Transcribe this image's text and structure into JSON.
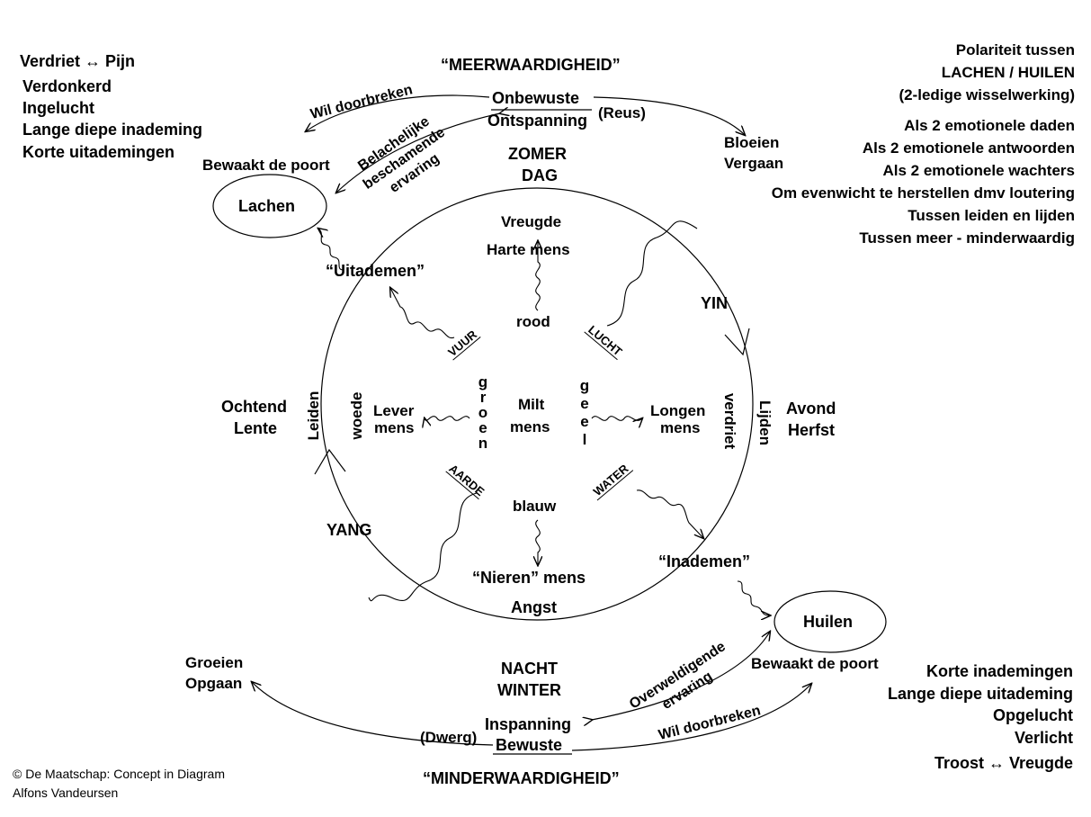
{
  "top": {
    "title": "“MEERWAARDIGHEID”",
    "onbewuste": "Onbewuste",
    "ontspanning": "Ontspanning",
    "reus": "(Reus)",
    "wil_doorbreken": "Wil doorbreken",
    "ervaring_lines": [
      "Belachelijke",
      "beschamende",
      "ervaring"
    ],
    "season": [
      "ZOMER",
      "DAG"
    ],
    "bloeien": [
      "Bloeien",
      "Vergaan"
    ]
  },
  "left_list": [
    "Verdriet ↔ Pijn",
    "Verdonkerd",
    "Ingelucht",
    "Lange diepe inademing",
    "Korte uitademingen"
  ],
  "right_list": {
    "header": [
      "Polariteit tussen",
      "LACHEN / HUILEN",
      "(2-ledige wisselwerking)"
    ],
    "items": [
      "Als 2 emotionele daden",
      "Als 2 emotionele antwoorden",
      "Als 2 emotionele wachters",
      "Om evenwicht te herstellen dmv loutering",
      "Tussen leiden en lijden",
      "Tussen meer - minderwaardig"
    ]
  },
  "lachen": {
    "guard": "Bewaakt de poort",
    "label": "Lachen"
  },
  "huilen": {
    "guard": "Bewaakt de poort",
    "label": "Huilen"
  },
  "circle": {
    "vreugde": "Vreugde",
    "harte": "Harte mens",
    "rood": "rood",
    "uitademen": "“Uitademen”",
    "yin": "YIN",
    "vuur": "VUUR",
    "lucht": "LUCHT",
    "aarde": "AARDE",
    "water": "WATER",
    "ochtend": [
      "Ochtend",
      "Lente"
    ],
    "avond": [
      "Avond",
      "Herfst"
    ],
    "leiden": "Leiden",
    "lijden": "Lijden",
    "woede": "woede",
    "verdriet": "verdriet",
    "lever": [
      "Lever",
      "mens"
    ],
    "longen": [
      "Longen",
      "mens"
    ],
    "milt": [
      "Milt",
      "mens"
    ],
    "groen": [
      "g",
      "r",
      "o",
      "e",
      "n"
    ],
    "geel": [
      "g",
      "e",
      "e",
      "l"
    ],
    "blauw": "blauw",
    "nieren": "“Nieren” mens",
    "angst": "Angst",
    "inademen": "“Inademen”",
    "yang": "YANG"
  },
  "bottom": {
    "season": [
      "NACHT",
      "WINTER"
    ],
    "groeien": [
      "Groeien",
      "Opgaan"
    ],
    "inspanning": "Inspanning",
    "bewuste": "Bewuste",
    "dwerg": "(Dwerg)",
    "ervaring_lines": [
      "Overweldigende",
      "ervaring"
    ],
    "wil_doorbreken": "Wil doorbreken",
    "title": "“MINDERWAARDIGHEID”"
  },
  "bottom_right_list": [
    "Korte inademingen",
    "Lange diepe uitademing",
    "Opgelucht",
    "Verlicht",
    "Troost ↔ Vreugde"
  ],
  "copyright": [
    "© De Maatschap: Concept in Diagram",
    "Alfons Vandeursen"
  ]
}
